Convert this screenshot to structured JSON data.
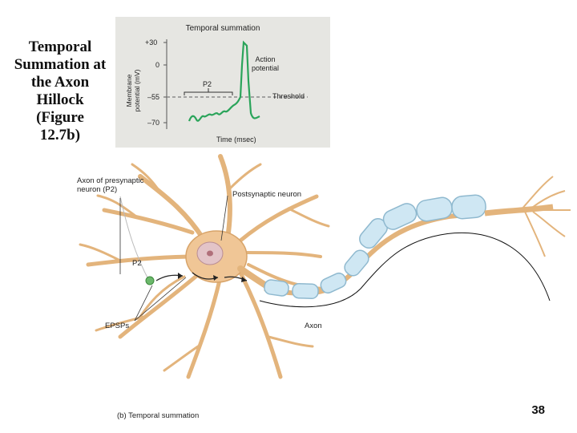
{
  "slide": {
    "title": "Temporal\nSummation at\nthe Axon\nHillock\n(Figure\n12.7b)",
    "page_number": "38"
  },
  "graph": {
    "title": "Temporal summation",
    "ylabel": "Membrane\npotential (mV)",
    "yticks": [
      "+30",
      "0",
      "–55",
      "–70"
    ],
    "xlabel": "Time (msec)",
    "action_potential_label": "Action\npotential",
    "threshold_label": "Threshold",
    "p2_label": "P2"
  },
  "diagram": {
    "presynaptic_label": "Axon of presynaptic\nneuron (P2)",
    "postsynaptic_label": "Postsynaptic neuron",
    "p2_label": "P2",
    "epsps_label": "EPSPs",
    "axon_label": "Axon",
    "caption": "(b) Temporal summation"
  },
  "colors": {
    "trace": "#2aa45a",
    "threshold": "#8a8a8a",
    "neuron_body": "#f0c696",
    "neuron_dendrite": "#e3b47c",
    "myelin": "#cfe7f3",
    "myelin_edge": "#8fb9cf",
    "nucleus": "#e3c4c8"
  }
}
